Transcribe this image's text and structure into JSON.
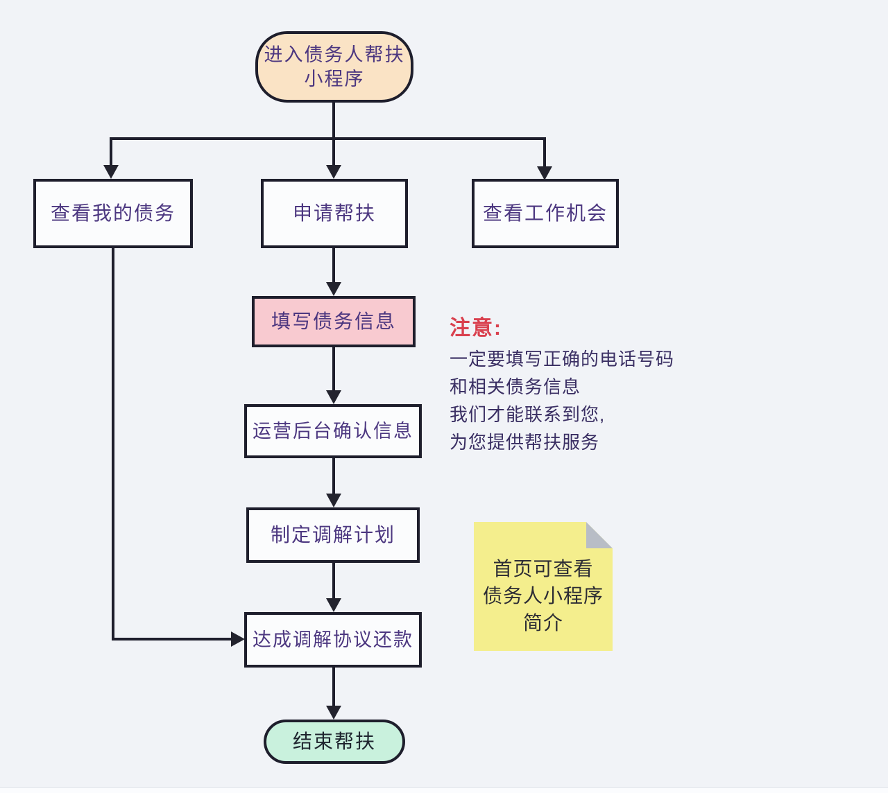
{
  "colors": {
    "background": "#f1f3f7",
    "line": "#1e1e2c",
    "box_fill": "#fbfcfd",
    "box_border": "#1e1e2c",
    "start_fill": "#fae3c5",
    "highlight_fill": "#f8cad0",
    "end_fill": "#c9f1dd",
    "sticky_fill": "#f4ee8d",
    "sticky_fold": "#b8bdc6",
    "label_text": "#4c3780",
    "note_title_color": "#d9404e",
    "note_body_color": "#3a2f63",
    "sticky_text_color": "#2c2c34",
    "end_text_color": "#1e242e"
  },
  "nodes": {
    "start": {
      "label": "进入债务人帮扶\n小程序"
    },
    "view_debts": {
      "label": "查看我的债务"
    },
    "apply_help": {
      "label": "申请帮扶"
    },
    "view_jobs": {
      "label": "查看工作机会"
    },
    "fill_debt_info": {
      "label": "填写债务信息"
    },
    "backend_confirm": {
      "label": "运营后台确认信息"
    },
    "make_plan": {
      "label": "制定调解计划"
    },
    "reach_agreement": {
      "label": "达成调解协议还款"
    },
    "end": {
      "label": "结束帮扶"
    }
  },
  "annotations": {
    "note": {
      "title": "注意:",
      "body": "一定要填写正确的电话号码\n和相关债务信息\n我们才能联系到您,\n为您提供帮扶服务"
    },
    "sticky": {
      "text": "首页可查看\n债务人小程序\n简介"
    }
  }
}
